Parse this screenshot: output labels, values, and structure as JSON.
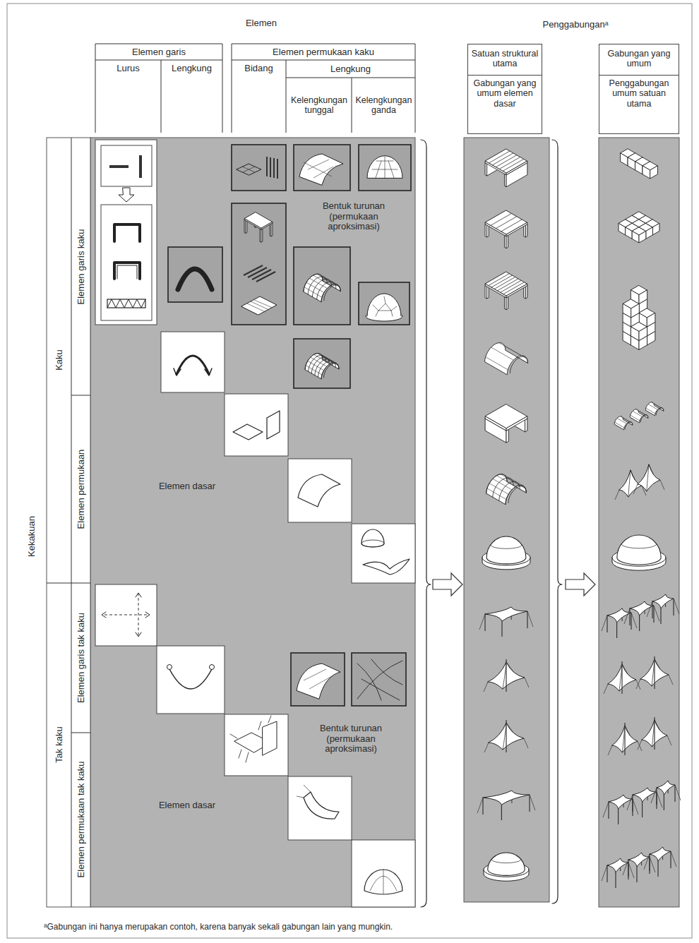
{
  "diagram": {
    "caption": "ᵃGabungan ini hanya merupakan contoh, karena banyak sekali gabungan lain yang mungkin.",
    "nodes": [
      {
        "text": [
          "Elemen"
        ]
      },
      {
        "text": [
          "Satuan struktural utama",
          "Gabungan yang umum elemen dasar"
        ]
      },
      {
        "text": [
          "Gabungan yang umum",
          "Penggabungan umum satuan utama"
        ]
      }
    ],
    "edges": [
      {
        "from": 0,
        "to": 1,
        "arrow": "to"
      },
      {
        "from": 1,
        "to": 2,
        "arrow": "to"
      }
    ],
    "labels": [
      "Penggabunganᵃ",
      "Elemen garis",
      "Lurus",
      "Lengkung",
      "Elemen permukaan kaku",
      "Bidang",
      "Lengkung",
      "Kelengkungan tunggal",
      "Kelengkungan ganda",
      "Kekakuan",
      "Kaku",
      "Elemen garis kaku",
      "Bentuk turunan (permukaan aproksimasi)",
      "Elemen permukaan",
      "Elemen dasar",
      "Tak kaku",
      "Elemen garis tak kaku",
      "Bentuk turunan (permukaan aproksimasi)",
      "Elemen permukaan tak kaku",
      "Elemen dasar"
    ]
  }
}
